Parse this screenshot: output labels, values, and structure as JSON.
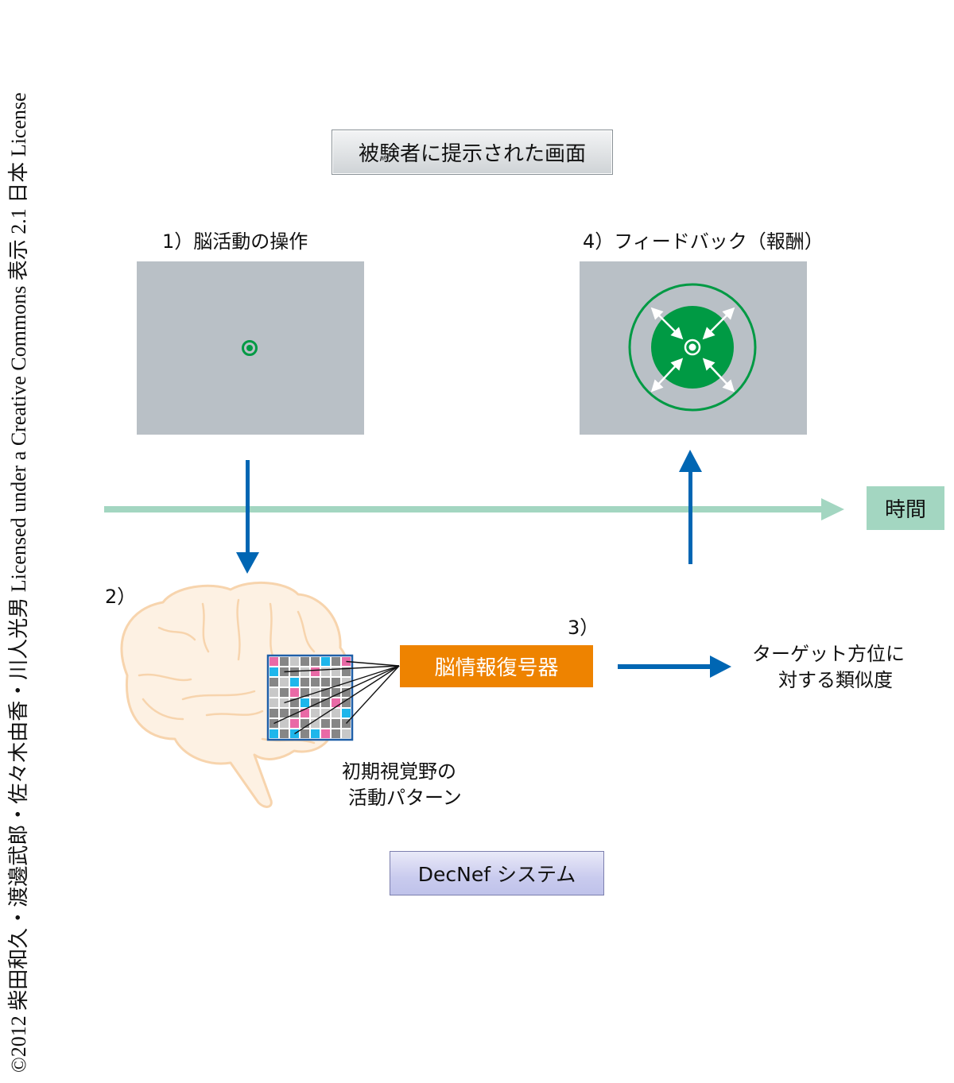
{
  "copyright": "©2012 柴田和久・渡邊武郎・佐々木由香・川人光男 Licensed under a Creative Commons 表示 2.1 日本 License",
  "header_box": "被験者に提示された画面",
  "steps": {
    "step1": "1）脳活動の操作",
    "step2": "2）",
    "step3": "3）",
    "step4": "4）フィードバック（報酬）"
  },
  "time_label": "時間",
  "decoder_label": "脳情報復号器",
  "output_label": [
    "ターゲット方位に",
    "対する類似度"
  ],
  "pattern_label": [
    "初期視覚野の",
    "活動パターン"
  ],
  "system_label": "DecNef システム",
  "colors": {
    "screen_gray": "#b9c0c6",
    "fixation_green": "#009a44",
    "arrow_blue": "#0066b3",
    "time_axis": "#a3d6c1",
    "decoder_orange": "#ee8300",
    "brain_fill": "#fdf1e3",
    "brain_stroke": "#f7d4ad",
    "cell_pink": "#e96aa6",
    "cell_blue": "#1eb6eb",
    "cell_dark": "#868686",
    "cell_light": "#c8c8c8"
  },
  "activity_grid": [
    [
      "p",
      "d",
      "l",
      "d",
      "d",
      "b",
      "d",
      "p"
    ],
    [
      "b",
      "d",
      "d",
      "l",
      "p",
      "l",
      "l",
      "d"
    ],
    [
      "d",
      "l",
      "b",
      "d",
      "d",
      "d",
      "d",
      "l"
    ],
    [
      "l",
      "d",
      "p",
      "d",
      "l",
      "d",
      "d",
      "d"
    ],
    [
      "l",
      "l",
      "d",
      "b",
      "d",
      "d",
      "p",
      "d"
    ],
    [
      "d",
      "d",
      "d",
      "p",
      "l",
      "l",
      "l",
      "b"
    ],
    [
      "d",
      "l",
      "p",
      "d",
      "l",
      "d",
      "d",
      "d"
    ],
    [
      "b",
      "d",
      "b",
      "d",
      "b",
      "p",
      "d",
      "l"
    ]
  ],
  "icons": {
    "fixation": "fixation-target-icon",
    "feedback_disc": "expanding-disc-icon"
  }
}
